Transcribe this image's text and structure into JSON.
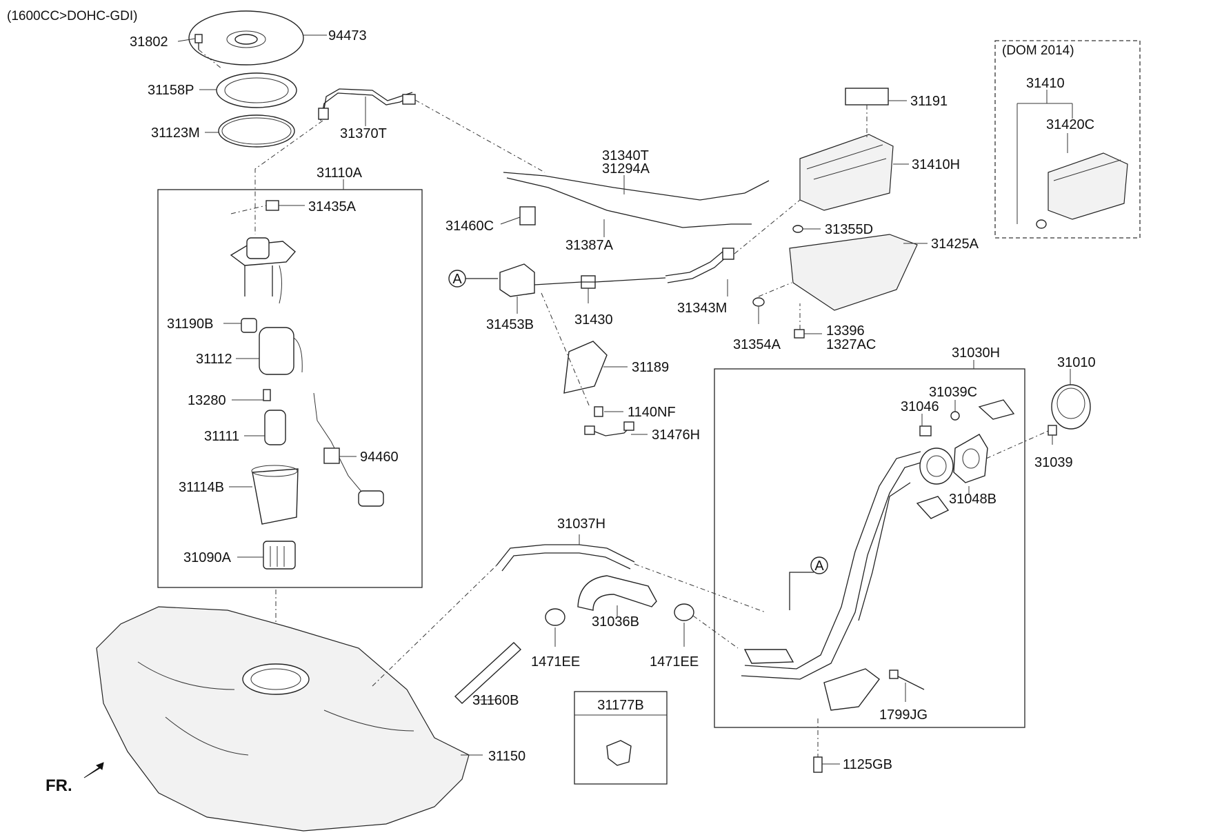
{
  "header": {
    "engine_note": "(1600CC>DOHC-GDI)",
    "dom_note": "(DOM 2014)",
    "front_marker": "FR."
  },
  "parts": {
    "p31802": "31802",
    "p94473": "94473",
    "p31158P": "31158P",
    "p31123M": "31123M",
    "p31370T": "31370T",
    "p31110A": "31110A",
    "p31435A": "31435A",
    "p31190B": "31190B",
    "p31112": "31112",
    "p13280": "13280",
    "p31111": "31111",
    "p94460": "94460",
    "p31114B": "31114B",
    "p31090A": "31090A",
    "p31340T": "31340T",
    "p31294A": "31294A",
    "p31460C": "31460C",
    "p31387A": "31387A",
    "p31453B": "31453B",
    "p31430": "31430",
    "p31343M": "31343M",
    "p31189": "31189",
    "p1140NF": "1140NF",
    "p31476H": "31476H",
    "p31191": "31191",
    "p31410H": "31410H",
    "p31355D": "31355D",
    "p31425A": "31425A",
    "p31354A": "31354A",
    "p13396": "13396",
    "p1327AC": "1327AC",
    "p31410": "31410",
    "p31420C": "31420C",
    "p31030H": "31030H",
    "p31010": "31010",
    "p31039C": "31039C",
    "p31046": "31046",
    "p31039": "31039",
    "p31048B": "31048B",
    "p31037H": "31037H",
    "p31036B": "31036B",
    "p1471EE_a": "1471EE",
    "p1471EE_b": "1471EE",
    "p31160B": "31160B",
    "p31177B": "31177B",
    "p31150": "31150",
    "p1799JG": "1799JG",
    "p1125GB": "1125GB",
    "refA_1": "A",
    "refA_2": "A"
  }
}
